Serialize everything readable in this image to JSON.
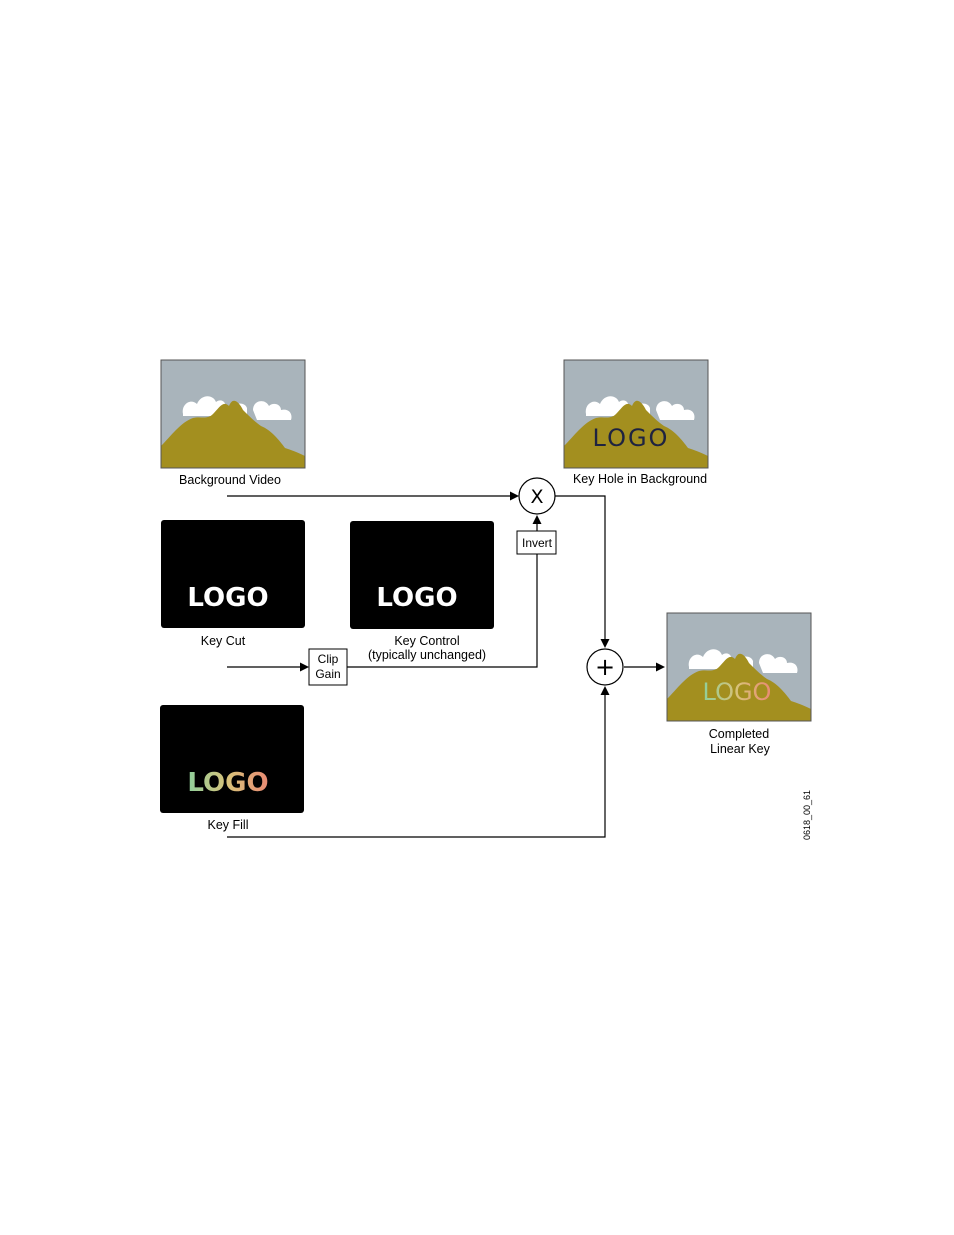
{
  "labels": {
    "background_video": "Background Video",
    "key_cut": "Key Cut",
    "key_control_line1": "Key Control",
    "key_control_line2": "(typically unchanged)",
    "key_fill": "Key Fill",
    "key_hole": "Key Hole in Background",
    "completed_line1": "Completed",
    "completed_line2": "Linear Key",
    "figure_id": "0618_00_61"
  },
  "boxes": {
    "clip_gain_line1": "Clip",
    "clip_gain_line2": "Gain",
    "invert": "Invert"
  },
  "operators": {
    "multiply": "X",
    "add": "+"
  },
  "thumbnails": {
    "logo_text": "LOGO"
  },
  "colors": {
    "sky": "#a9b4bb",
    "mountain": "#a38f1f",
    "cloud": "#ffffff",
    "key_background": "#000000",
    "logo_white": "#ffffff",
    "logo_dark": "#1e2340",
    "logo_fill_left": "#8fcf9b",
    "logo_fill_right": "#e98a73"
  }
}
